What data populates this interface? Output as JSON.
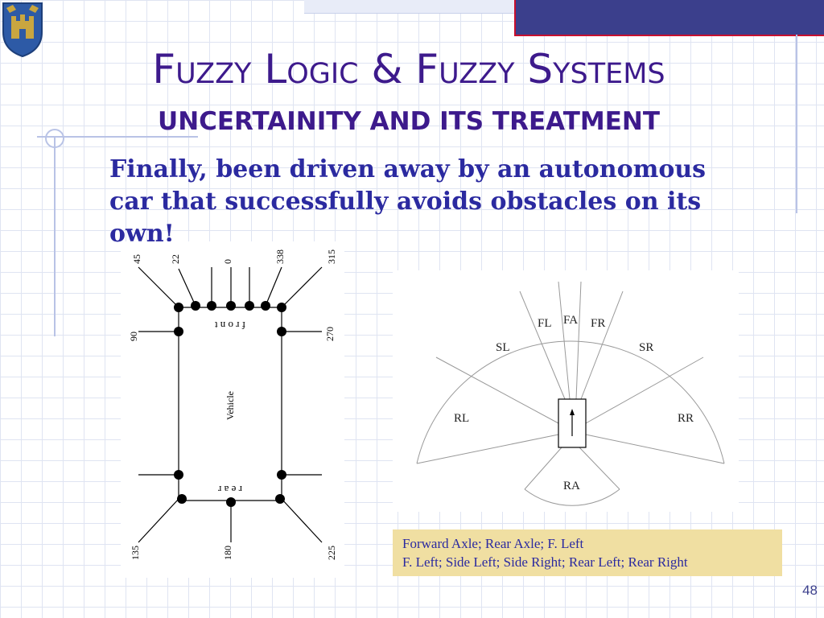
{
  "slide": {
    "title": "Fuzzy Logic & Fuzzy Systems",
    "subtitle": "UNCERTAINITY AND ITS TREATMENT",
    "body": "Finally, been driven away by an autonomous car that successfully avoids obstacles on its own!",
    "page_number": "48"
  },
  "vehicle_figure": {
    "sensor_labels": {
      "s45": "45",
      "s22": "22",
      "s0": "0",
      "s338": "338",
      "s315": "315",
      "s90": "90",
      "s270": "270",
      "s135": "135",
      "s180": "180",
      "s225": "225"
    },
    "front_label": "f r o n t",
    "rear_label": "r e a r",
    "vehicle_label": "Vehicle"
  },
  "sector_figure": {
    "labels": {
      "fl": "FL",
      "fa": "FA",
      "fr": "FR",
      "sl": "SL",
      "sr": "SR",
      "rl": "RL",
      "rr": "RR",
      "ra": "RA"
    }
  },
  "caption": {
    "line1": "Forward Axle; Rear Axle; F. Left",
    "line2": "F. Left; Side Left; Side Right; Rear Left; Rear Right"
  },
  "colors": {
    "title": "#3d1a8c",
    "body_text": "#2b2aa0",
    "top_bar": "#3b3f8c",
    "caption_bg": "#f0dfa2",
    "grid": "#dfe4f2"
  }
}
